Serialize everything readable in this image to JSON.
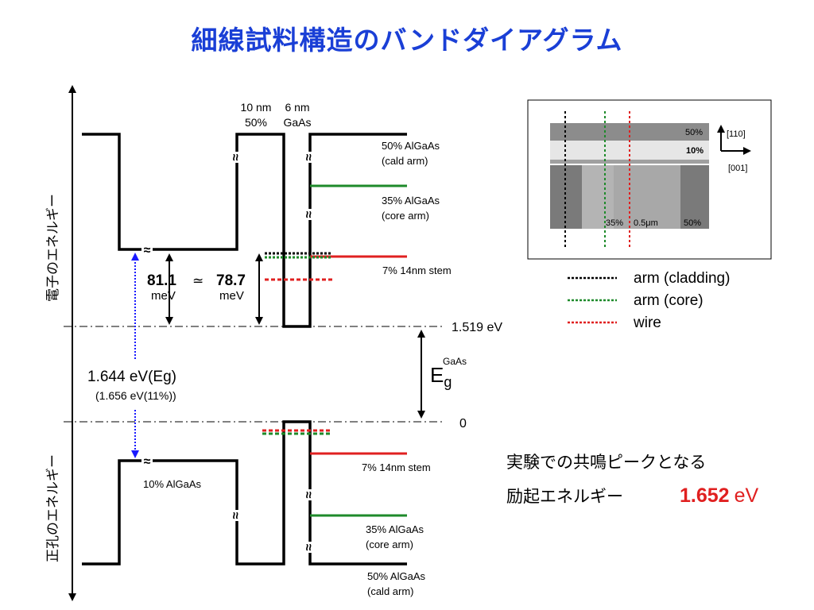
{
  "title": "細線試料構造のバンドダイアグラム",
  "axes": {
    "electron_label": "電子のエネルギー",
    "hole_label": "正孔のエネルギー"
  },
  "labels": {
    "top_10nm": "10 nm",
    "top_50pct": "50%",
    "top_6nm": "6 nm",
    "top_gaas": "GaAs",
    "cb_50_line1": "50% AlGaAs",
    "cb_50_line2": "(cald arm)",
    "cb_35_line1": "35% AlGaAs",
    "cb_35_line2": "(core arm)",
    "cb_stem": "7% 14nm stem",
    "val_81": "81.1",
    "approx": "≃",
    "val_78": "78.7",
    "mev1": "meV",
    "mev2": "meV",
    "e_1519": "1.519 eV",
    "zero": "0",
    "eg_main": "E",
    "eg_sub": "g",
    "eg_sup": "GaAs",
    "eg_value": "1.644 eV(Eg)",
    "eg_value2": "(1.656 eV(11%))",
    "vb_10": "10% AlGaAs",
    "vb_stem": "7% 14nm stem",
    "vb_35_line1": "35% AlGaAs",
    "vb_35_line2": "(core arm)",
    "vb_50_line1": "50% AlGaAs",
    "vb_50_line2": "(cald arm)"
  },
  "inset": {
    "pct_50_top": "50%",
    "pct_10": "10%",
    "pct_35": "35%",
    "thickness": "0.5μm",
    "pct_50_bottom": "50%",
    "dir_110": "[110]",
    "dir_001": "[001]"
  },
  "legend": [
    {
      "label": "arm (cladding)",
      "color": "#000000"
    },
    {
      "label": "arm (core)",
      "color": "#1e8a2a"
    },
    {
      "label": "wire",
      "color": "#e02020"
    }
  ],
  "note": {
    "line1": "実験での共鳴ピークとなる",
    "line2": "励起エネルギー",
    "value": "1.652",
    "unit": "eV"
  },
  "colors": {
    "title": "#1a3fd6",
    "red": "#e02020",
    "green": "#1e8a2a",
    "blue_arrow": "#1a1aff",
    "highlight": "#e02020"
  }
}
